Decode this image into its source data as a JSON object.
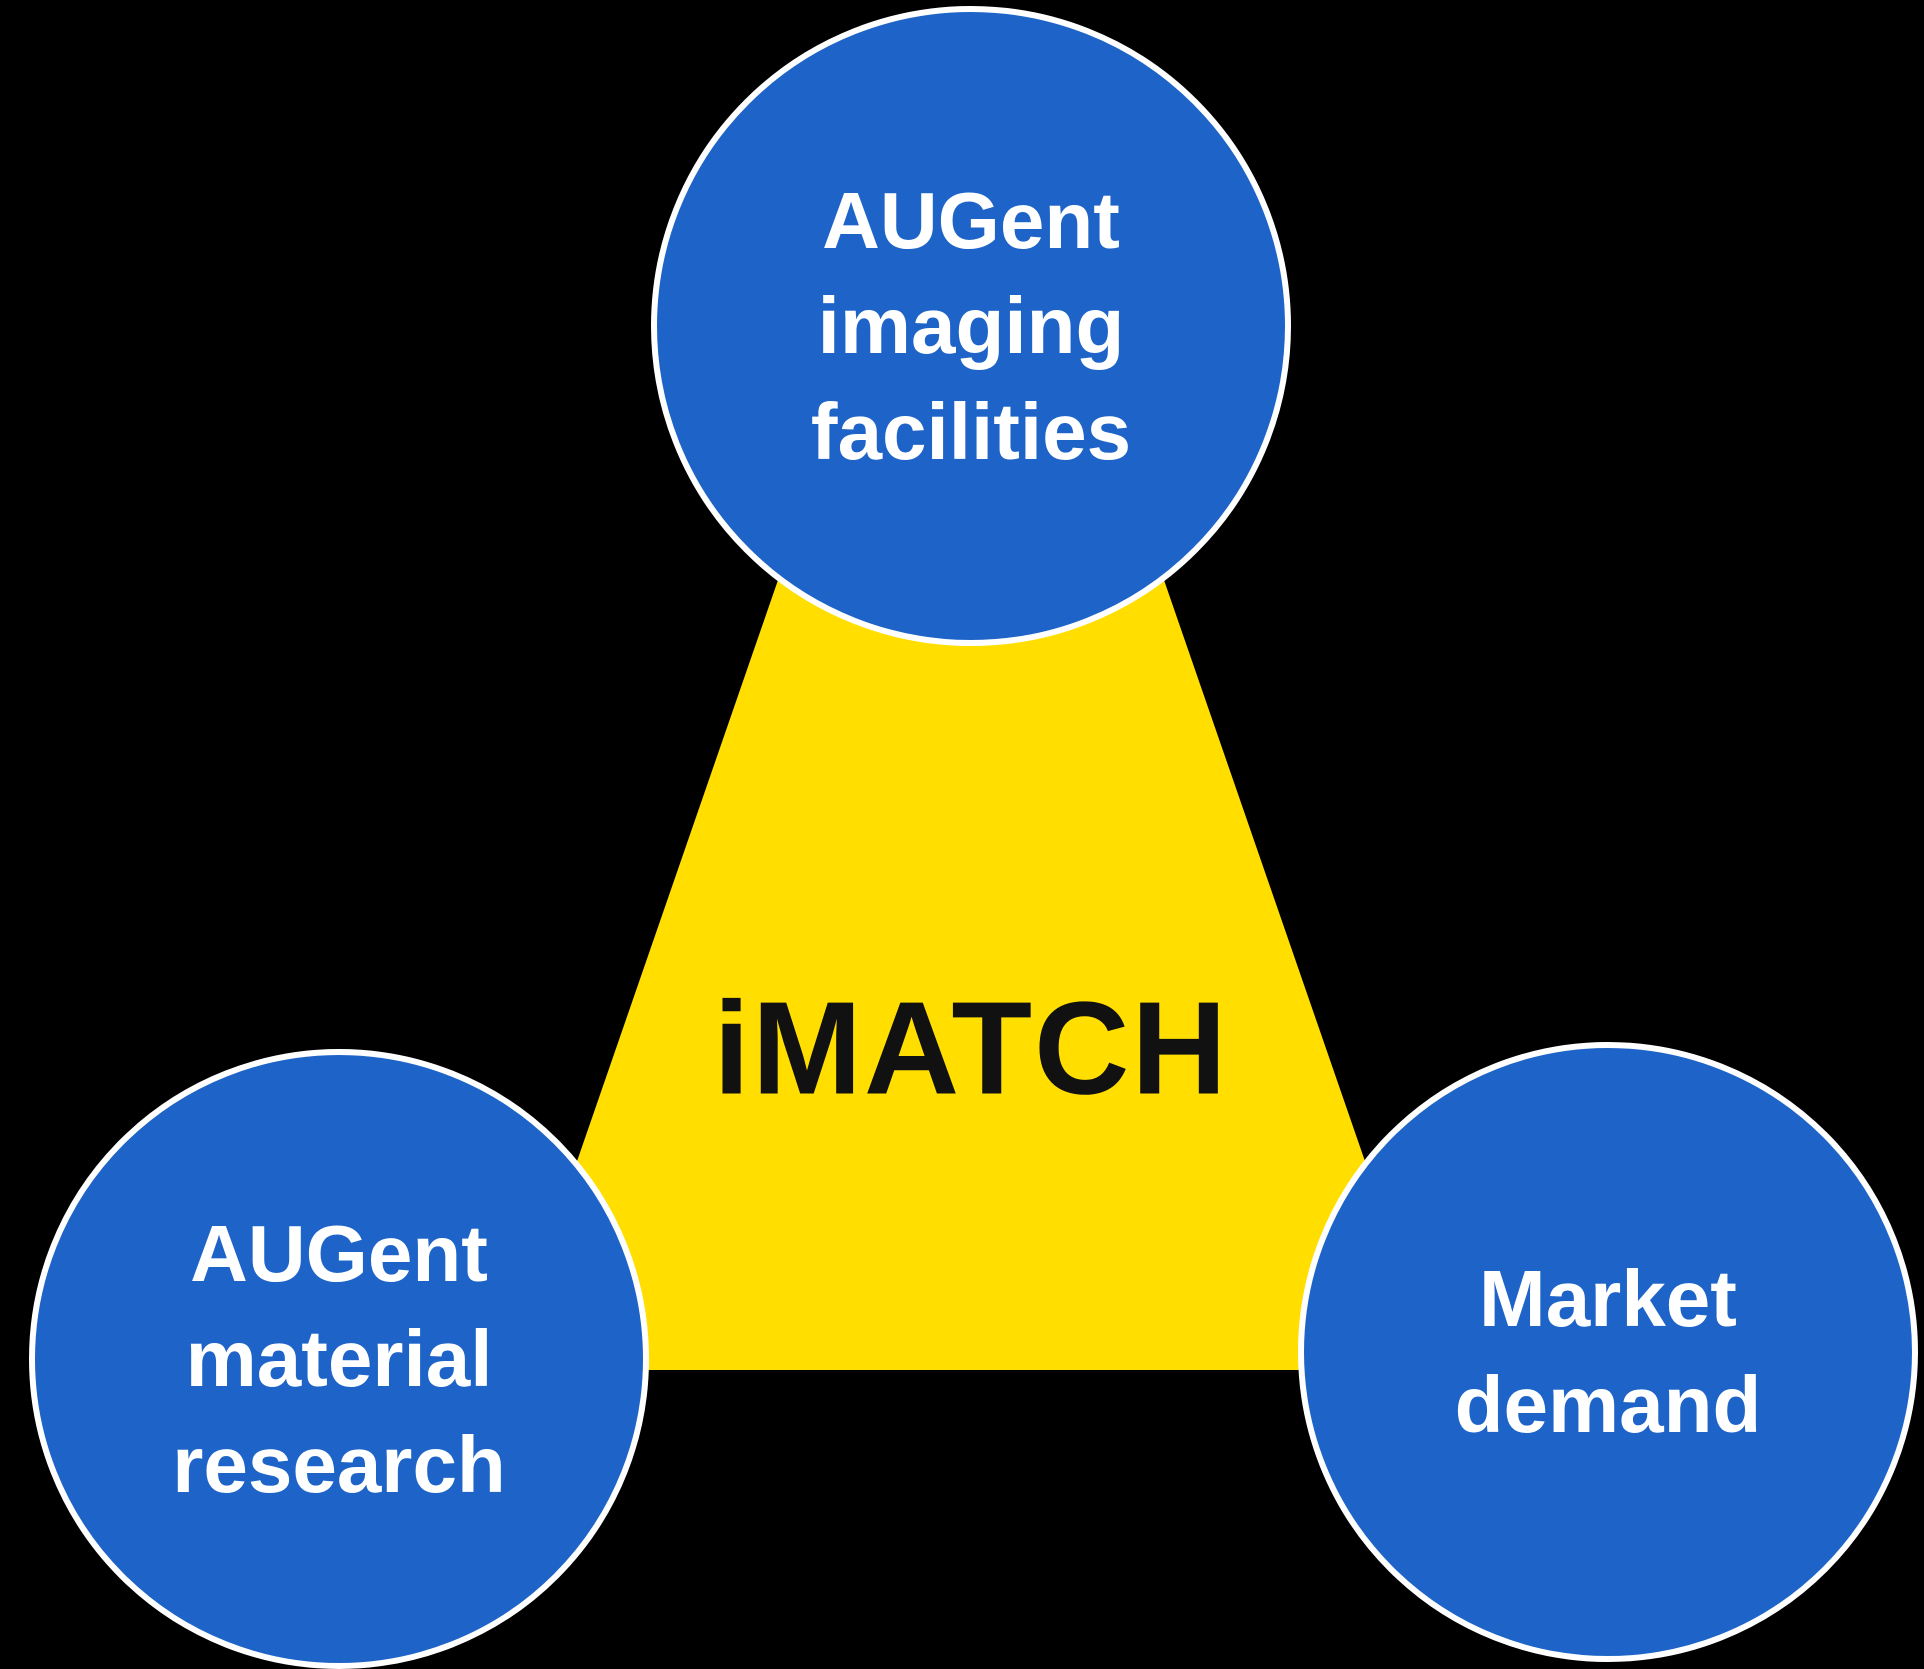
{
  "diagram": {
    "center_label": "iMATCH",
    "nodes": [
      {
        "id": "augent-imaging-facilities",
        "lines": [
          "AUGent",
          "imaging",
          "facilities"
        ]
      },
      {
        "id": "augent-material-research",
        "lines": [
          "AUGent",
          "material",
          "research"
        ]
      },
      {
        "id": "market-demand",
        "lines": [
          "Market",
          "demand"
        ]
      }
    ],
    "colors": {
      "background": "#000000",
      "circle_fill": "#1E64C8",
      "circle_border": "#FFFFFF",
      "circle_text": "#FFFFFF",
      "triangle_fill": "#FFDE00",
      "center_text": "#111111"
    }
  }
}
